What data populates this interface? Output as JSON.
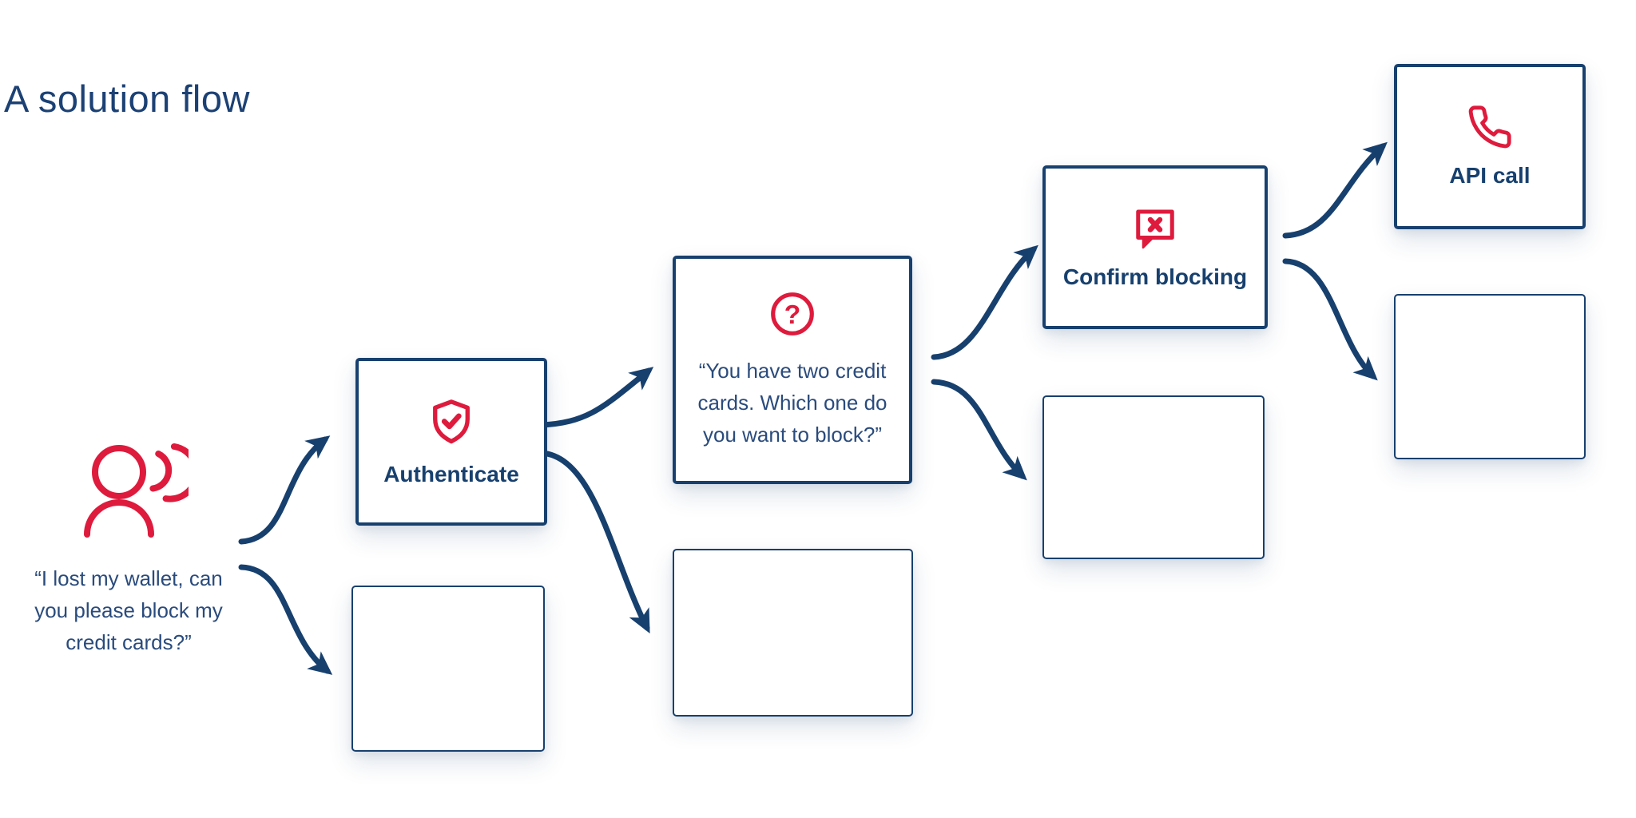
{
  "title": "A solution flow",
  "palette": {
    "navy": "#17406E",
    "crimson": "#DE1B3D",
    "text_navy": "#2A4B7C",
    "background": "#FFFFFF"
  },
  "flow": {
    "user": {
      "icon": "person-speaking-icon",
      "quote": "“I lost my wallet, can you please block my credit cards?”"
    },
    "steps": {
      "authenticate": {
        "icon": "shield-check-icon",
        "label": "Authenticate"
      },
      "question": {
        "icon": "question-circle-icon",
        "quote": "“You have two credit cards. Which one do you want to block?”"
      },
      "confirm_blocking": {
        "icon": "message-x-icon",
        "label": "Confirm blocking"
      },
      "api_call": {
        "icon": "phone-icon",
        "label": "API call"
      }
    },
    "question_mark_glyph": "?"
  }
}
